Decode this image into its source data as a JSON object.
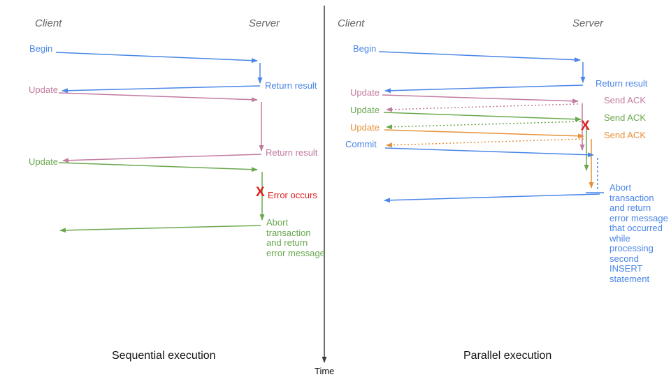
{
  "colors": {
    "blue": "#4a86e8",
    "pink": "#c27ba0",
    "green": "#6aa84f",
    "orange": "#e69138",
    "red": "#e01b1b",
    "axis": "#3d3d3d",
    "header_gray": "#666666"
  },
  "time_axis": {
    "label": "Time"
  },
  "left": {
    "caption": "Sequential execution",
    "client_header": "Client",
    "server_header": "Server",
    "begin": {
      "label": "Begin",
      "return_label": "Return result"
    },
    "update1": {
      "label": "Update",
      "return_label": "Return result"
    },
    "update2": {
      "label": "Update"
    },
    "error": {
      "x": "X",
      "label": "Error occurs"
    },
    "abort_text": "Abort\ntransaction\nand return\nerror message"
  },
  "right": {
    "caption": "Parallel execution",
    "client_header": "Client",
    "server_header": "Server",
    "begin": {
      "label": "Begin",
      "return_label": "Return result"
    },
    "update_pink": {
      "label": "Update",
      "ack_label": "Send ACK"
    },
    "update_green": {
      "label": "Update",
      "ack_label": "Send ACK"
    },
    "update_orange": {
      "label": "Update",
      "ack_label": "Send ACK"
    },
    "commit": {
      "label": "Commit"
    },
    "error": {
      "x": "X"
    },
    "abort_text": "Abort\ntransaction\nand return\nerror message\nthat occurred\nwhile\nprocessing\nsecond\nINSERT\nstatement"
  }
}
